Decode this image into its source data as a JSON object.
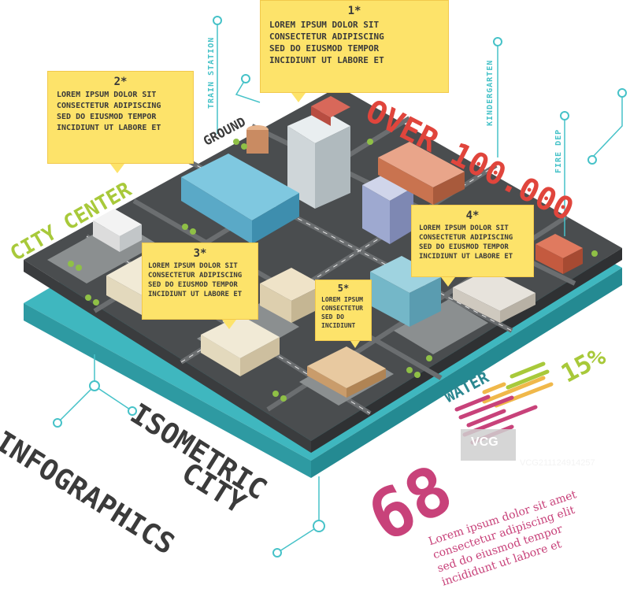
{
  "callouts": [
    {
      "num": "1*",
      "lines": [
        "LOREM IPSUM DOLOR SIT",
        "CONSECTETUR ADIPISCING",
        "SED DO EIUSMOD TEMPOR",
        "INCIDIUNT UT LABORE ET"
      ]
    },
    {
      "num": "2*",
      "lines": [
        "LOREM IPSUM DOLOR SIT",
        "CONSECTETUR ADIPISCING",
        "SED DO EIUSMOD TEMPOR",
        "INCIDIUNT UT LABORE ET"
      ]
    },
    {
      "num": "3*",
      "lines": [
        "LOREM IPSUM DOLOR SIT",
        "CONSECTETUR ADIPISCING",
        "SED DO EIUSMOD TEMPOR",
        "INCIDIUNT UT LABORE ET"
      ]
    },
    {
      "num": "4*",
      "lines": [
        "LOREM IPSUM DOLOR SIT",
        "CONSECTETUR ADIPISCING",
        "SED DO EIUSMOD TEMPOR",
        "INCIDIUNT UT LABORE ET"
      ]
    },
    {
      "num": "5*",
      "lines": [
        "LOREM IPSUM",
        "CONSECTETUR",
        "SED DO",
        "INCIDIUNT"
      ]
    }
  ],
  "labels": {
    "train_station": "TRAIN STATION",
    "kindergarten": "KINDERGARTEN",
    "fire_dep": "FIRE DEP",
    "ground": "GROUND",
    "city_center": "CITY CENTER",
    "over": "OVER 100.000",
    "water": "WATER",
    "percent": "15%",
    "big_number": "68",
    "title_line1": "ISOMETRIC",
    "title_line2": "CITY",
    "title_line3": "INFOGRAPHICS"
  },
  "body_text": [
    "Lorem ipsum dolor sit amet",
    "consectetur adipiscing elit",
    "sed do eiusmod tempor",
    "incididunt ut labore et"
  ],
  "watermark": "VCG",
  "watermark_id": "VCG211124914257",
  "colors": {
    "callout": "#fde36a",
    "teal": "#46c2c8",
    "olive": "#a8c93a",
    "red": "#e0453c",
    "pink": "#c8427a",
    "dark": "#3b3b3b",
    "road": "#55585a"
  }
}
